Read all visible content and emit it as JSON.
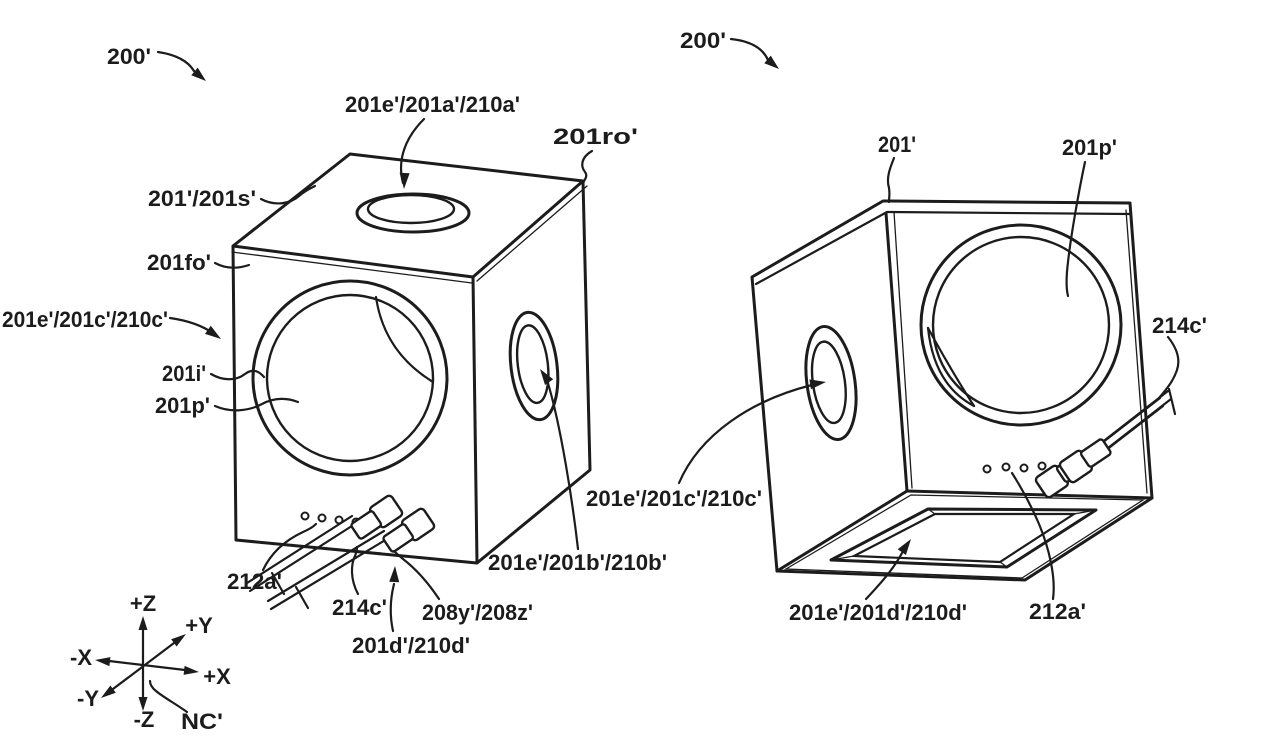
{
  "page": {
    "type": "patent-line-drawing",
    "background_color": "#ffffff",
    "ink_color": "#1c1c1c",
    "views": "two perspective views of a cube-shaped port device"
  },
  "left": {
    "labels": {
      "assembly": "200'",
      "top_port": "201e'/201a'/210a'",
      "rounded_edge": "201ro'",
      "housing_sidewall": "201'/201s'",
      "front_outer": "201fo'",
      "front_port": "201e'/201c'/210c'",
      "interior": "201i'",
      "port_surface": "201p'",
      "indicators": "212a'",
      "cable": "214c'",
      "connectors": "208y'/208z'",
      "bottom_port": "201d'/210d'",
      "side_port": "201e'/201b'/210b'"
    }
  },
  "right": {
    "labels": {
      "assembly": "200'",
      "housing": "201'",
      "port_surface": "201p'",
      "cable": "214c'",
      "front_port": "201e'/201c'/210c'",
      "bottom_port": "201e'/201d'/210d'",
      "indicators": "212a'"
    }
  },
  "axes": {
    "plus_z": "+Z",
    "plus_y": "+Y",
    "minus_x": "-X",
    "plus_x": "+X",
    "minus_y": "-Y",
    "minus_z": "-Z",
    "frame": "NC'"
  }
}
